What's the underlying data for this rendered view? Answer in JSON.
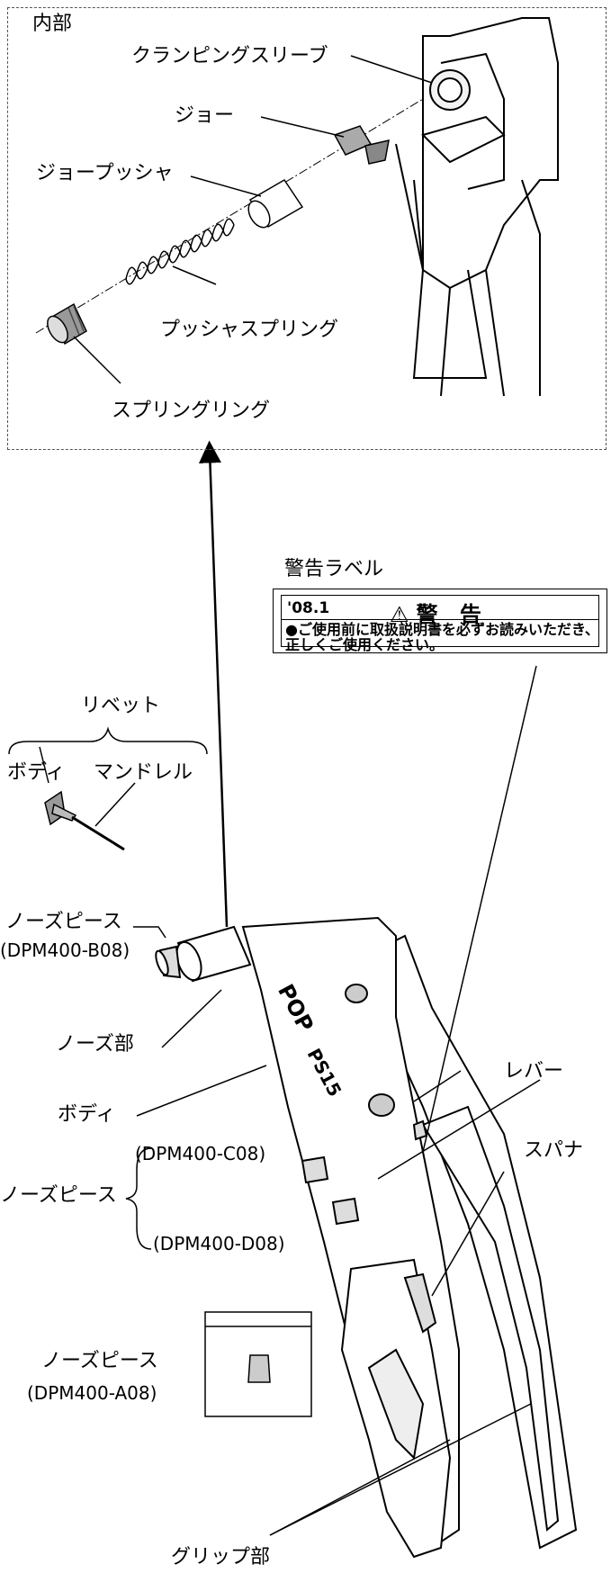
{
  "inner": {
    "title": "内部",
    "clamping_sleeve": "クランピングスリーブ",
    "jaw": "ジョー",
    "jaw_pusher": "ジョープッシャ",
    "pusher_spring": "プッシャスプリング",
    "spring_ring": "スプリングリング"
  },
  "warning": {
    "caption": "警告ラベル",
    "date": "'08.1",
    "title": "⚠警 告",
    "text": "●ご使用前に取扱説明書を必ずお読みいただき、正しくご使用ください。"
  },
  "rivet": {
    "title": "リベット",
    "body": "ボディ",
    "mandrel": "マンドレル"
  },
  "parts": {
    "nosepiece_b_name": "ノーズピース",
    "nosepiece_b_code": "(DPM400-B08)",
    "nose": "ノーズ部",
    "body": "ボディ",
    "lever": "レバー",
    "spanner": "スパナ",
    "nosepiece_cd_name": "ノーズピース",
    "nosepiece_c_code": "(DPM400-C08)",
    "nosepiece_d_code": "(DPM400-D08)",
    "nosepiece_a_name": "ノーズピース",
    "nosepiece_a_code": "(DPM400-A08)",
    "grip": "グリップ部"
  },
  "tool_marking": {
    "brand": "POP",
    "model": "PS15"
  }
}
